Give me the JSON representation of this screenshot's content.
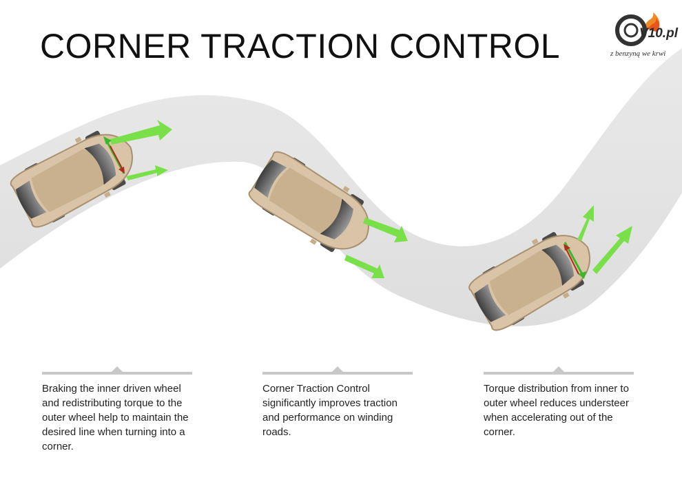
{
  "title": "CORNER TRACTION CONTROL",
  "logo": {
    "name": "V10.pl",
    "tagline": "z benzyną we krwi"
  },
  "captions": [
    "Braking the inner driven wheel and redistributing torque to the outer wheel help to maintain the desired line when turning into a corner.",
    "Corner Traction Control significantly improves traction and performance on winding roads.",
    "Torque distribution from inner to outer wheel reduces understeer when accelerating out of the corner."
  ],
  "colors": {
    "road": "#e4e4e4",
    "car_body": "#d8c3a6",
    "arrow_green": "#7ae04a",
    "arrow_red": "#c0392b",
    "rule": "#c8c8c8"
  }
}
